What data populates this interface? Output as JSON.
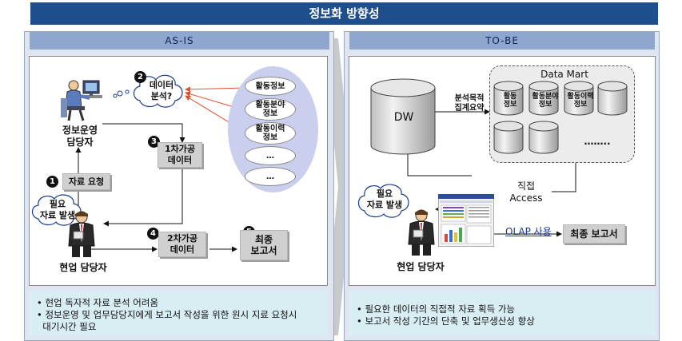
{
  "title": "정보화 방향성",
  "asis": {
    "header": "AS-IS",
    "person_top_label": "정보운영\n담당자",
    "person_bottom_label": "현업 담당자",
    "cloud_analysis": "데이터\n분석?",
    "cloud_need": "필요\n자료 발생",
    "steps": {
      "step1_num": "1",
      "step1_label": "자료 요청",
      "step2_num": "2",
      "step3_num": "3",
      "step3_label": "1차가공\n데이터",
      "step4_num": "4",
      "step4_label": "2차가공\n데이터",
      "step5_num": "5",
      "step5_label": "최종\n보고서"
    },
    "ovals": [
      "활동정보",
      "활동분야\n정보",
      "활동이력\n정보",
      "…",
      "…"
    ],
    "notes": [
      "• 현업 독자적 자료 분석 어려움",
      "• 정보운영 및 업무담당지에게 보고서 작성을 위한 원시 지료 요청시",
      "  대기시간 필요"
    ]
  },
  "tobe": {
    "header": "TO-BE",
    "dw_label": "DW",
    "aggregate_label": "분석목적\n집계요약",
    "datamart_title": "Data Mart",
    "datamart_cylinders": [
      "활동\n정보",
      "활동분야\n정보",
      "활동이력\n정보",
      ""
    ],
    "ellipsis": "……..",
    "direct_access": "직접\nAccess",
    "cloud_need": "필요\n자료 발생",
    "olap_label": "OLAP 사용",
    "final_report": "최종 보고서",
    "person_label": "현업 담당자",
    "notes": [
      "• 필요한 데이터의 직접적 자료 획득 가능",
      "• 보고서 작성 기간의 단축 및 업무생산성 향상"
    ]
  }
}
